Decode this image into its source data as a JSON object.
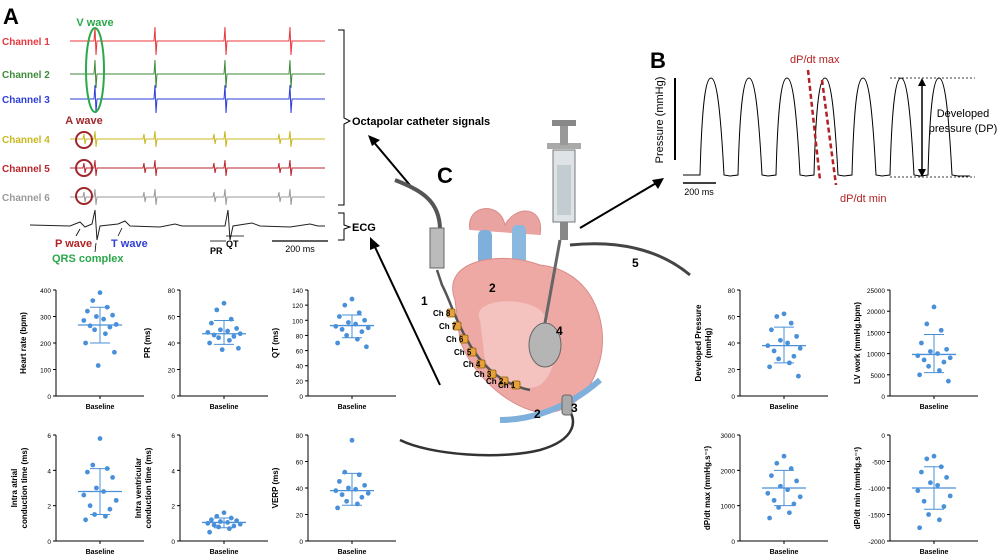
{
  "panels": {
    "A": {
      "letter": "A",
      "channels": [
        "Channel 1",
        "Channel 2",
        "Channel 3",
        "Channel 4",
        "Channel 5",
        "Channel 6"
      ],
      "labels": {
        "v_wave": "V wave",
        "a_wave": "A wave",
        "p_wave": "P wave",
        "t_wave": "T wave",
        "qrs": "QRS complex",
        "pr": "PR",
        "qt": "QT",
        "scale": "200 ms",
        "catheter_signals": "Octapolar catheter signals",
        "ecg": "ECG"
      }
    },
    "B": {
      "letter": "B",
      "ylabel": "Pressure (mmHg)",
      "dpdt_max": "dP/dt max",
      "dpdt_min": "dP/dt min",
      "dp_line1": "Developed",
      "dp_line2": "pressure (DP)",
      "scale": "200 ms"
    },
    "C": {
      "letter": "C",
      "numbers": [
        "1",
        "2",
        "2",
        "3",
        "4",
        "5"
      ],
      "electrodes": [
        "Ch 8",
        "Ch 7",
        "Ch 6",
        "Ch 5",
        "Ch 4",
        "Ch 3",
        "Ch 2",
        "Ch 1"
      ]
    }
  },
  "colors": {
    "ch1": "#e8383d",
    "ch2": "#3f8a3a",
    "ch3": "#2e3fd8",
    "ch4": "#c9b81e",
    "ch5": "#b8262c",
    "ch6": "#9a9a9a",
    "v_wave": "#2aa84a",
    "a_wave": "#a0282c",
    "dot": "#4a90d9",
    "dark_red": "#b22222"
  },
  "chart_data": [
    {
      "type": "scatter",
      "xlabel": "Baseline",
      "ylabel": "Heart rate (bpm)",
      "ylim": [
        0,
        400
      ],
      "ticks": [
        "0",
        "100",
        "200",
        "300",
        "400"
      ],
      "values": [
        390,
        360,
        335,
        320,
        305,
        300,
        290,
        285,
        270,
        265,
        260,
        250,
        235,
        200,
        165,
        115
      ],
      "mean": 268,
      "sd": [
        200,
        335
      ]
    },
    {
      "type": "scatter",
      "xlabel": "Baseline",
      "ylabel": "PR (ms)",
      "ylim": [
        0,
        80
      ],
      "ticks": [
        "0",
        "20",
        "40",
        "60",
        "80"
      ],
      "values": [
        70,
        65,
        58,
        55,
        51,
        50,
        49,
        48,
        47,
        46,
        45,
        44,
        42,
        40,
        36,
        35
      ],
      "mean": 47,
      "sd": [
        39,
        57
      ]
    },
    {
      "type": "scatter",
      "xlabel": "Baseline",
      "ylabel": "QT (ms)",
      "ylim": [
        0,
        140
      ],
      "ticks": [
        "0",
        "20",
        "40",
        "60",
        "80",
        "100",
        "120",
        "140"
      ],
      "values": [
        128,
        120,
        110,
        105,
        100,
        97,
        95,
        92,
        90,
        88,
        85,
        80,
        75,
        70,
        65
      ],
      "mean": 93,
      "sd": [
        77,
        107
      ]
    },
    {
      "type": "scatter",
      "xlabel": "Baseline",
      "ylabel": "Intra atrial conduction time (ms)",
      "ylim": [
        0,
        6
      ],
      "ticks": [
        "0",
        "2",
        "4",
        "6"
      ],
      "values": [
        5.8,
        4.3,
        4.1,
        3.9,
        3.6,
        3.0,
        2.8,
        2.6,
        2.3,
        2.0,
        1.8,
        1.5,
        1.4,
        1.2
      ],
      "mean": 2.8,
      "sd": [
        1.5,
        4.1
      ]
    },
    {
      "type": "scatter",
      "xlabel": "Baseline",
      "ylabel": "Intra ventricular conduction time (ms)",
      "ylim": [
        0,
        6
      ],
      "ticks": [
        "0",
        "2",
        "4",
        "6"
      ],
      "values": [
        1.6,
        1.4,
        1.3,
        1.2,
        1.15,
        1.1,
        1.05,
        1.0,
        0.95,
        0.9,
        0.85,
        0.8,
        0.7,
        0.5
      ],
      "mean": 1.05,
      "sd": [
        0.75,
        1.3
      ]
    },
    {
      "type": "scatter",
      "xlabel": "Baseline",
      "ylabel": "VERP (ms)",
      "ylim": [
        0,
        80
      ],
      "ticks": [
        "0",
        "20",
        "40",
        "60",
        "80"
      ],
      "values": [
        76,
        52,
        50,
        45,
        42,
        40,
        39,
        38,
        36,
        35,
        33,
        30,
        28,
        25
      ],
      "mean": 38,
      "sd": [
        27,
        51
      ]
    },
    {
      "type": "scatter",
      "xlabel": "Baseline",
      "ylabel": "Developed Pressure (mmHg)",
      "ylim": [
        0,
        80
      ],
      "ticks": [
        "0",
        "20",
        "40",
        "60",
        "80"
      ],
      "values": [
        62,
        60,
        55,
        50,
        45,
        42,
        40,
        38,
        36,
        34,
        30,
        28,
        25,
        22,
        15
      ],
      "mean": 38,
      "sd": [
        25,
        52
      ]
    },
    {
      "type": "scatter",
      "xlabel": "Baseline",
      "ylabel": "LV work (mmHg.bpm)",
      "ylim": [
        0,
        25000
      ],
      "ticks": [
        "0",
        "5000",
        "10000",
        "15000",
        "20000",
        "25000"
      ],
      "values": [
        21000,
        17000,
        15500,
        12500,
        11000,
        10500,
        10000,
        9500,
        9000,
        8500,
        8000,
        7000,
        6000,
        5000,
        3500
      ],
      "mean": 9800,
      "sd": [
        5500,
        14500
      ]
    },
    {
      "type": "scatter",
      "xlabel": "Baseline",
      "ylabel": "dP/dt max (mmHg.s⁻¹)",
      "ylim": [
        0,
        3000
      ],
      "ticks": [
        "0",
        "1000",
        "2000",
        "3000"
      ],
      "values": [
        2400,
        2200,
        2050,
        1850,
        1700,
        1550,
        1450,
        1350,
        1250,
        1150,
        1050,
        950,
        800,
        650
      ],
      "mean": 1500,
      "sd": [
        1000,
        2000
      ]
    },
    {
      "type": "scatter",
      "xlabel": "Baseline",
      "ylabel": "dP/dt min (mmHg.s⁻¹)",
      "ylim": [
        -2000,
        0
      ],
      "ticks": [
        "-2000",
        "-1500",
        "-1000",
        "-500",
        "0"
      ],
      "values": [
        -400,
        -450,
        -600,
        -700,
        -800,
        -900,
        -950,
        -1050,
        -1150,
        -1250,
        -1350,
        -1500,
        -1600,
        -1750
      ],
      "mean": -1000,
      "sd": [
        -1400,
        -600
      ]
    }
  ]
}
